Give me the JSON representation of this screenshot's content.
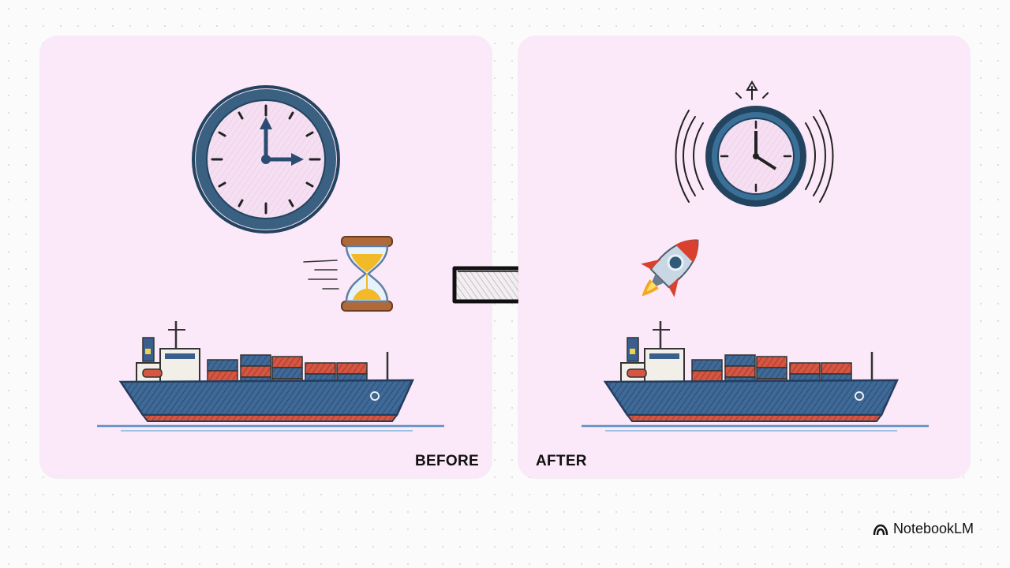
{
  "panels": {
    "before": {
      "label": "BEFORE"
    },
    "after": {
      "label": "AFTER"
    }
  },
  "brand": {
    "name": "NotebookLM",
    "icon": "notebooklm-logo-icon"
  },
  "icons": [
    "clock-icon",
    "hourglass-icon",
    "arrow-right-icon",
    "rocket-icon",
    "fast-clock-icon",
    "container-ship-icon"
  ],
  "colors": {
    "panel_bg": "#fbe8f8",
    "ship_hull": "#3a5f8f",
    "ship_waterline": "#c94a3c",
    "clock_rim": "#2f5a7a"
  }
}
